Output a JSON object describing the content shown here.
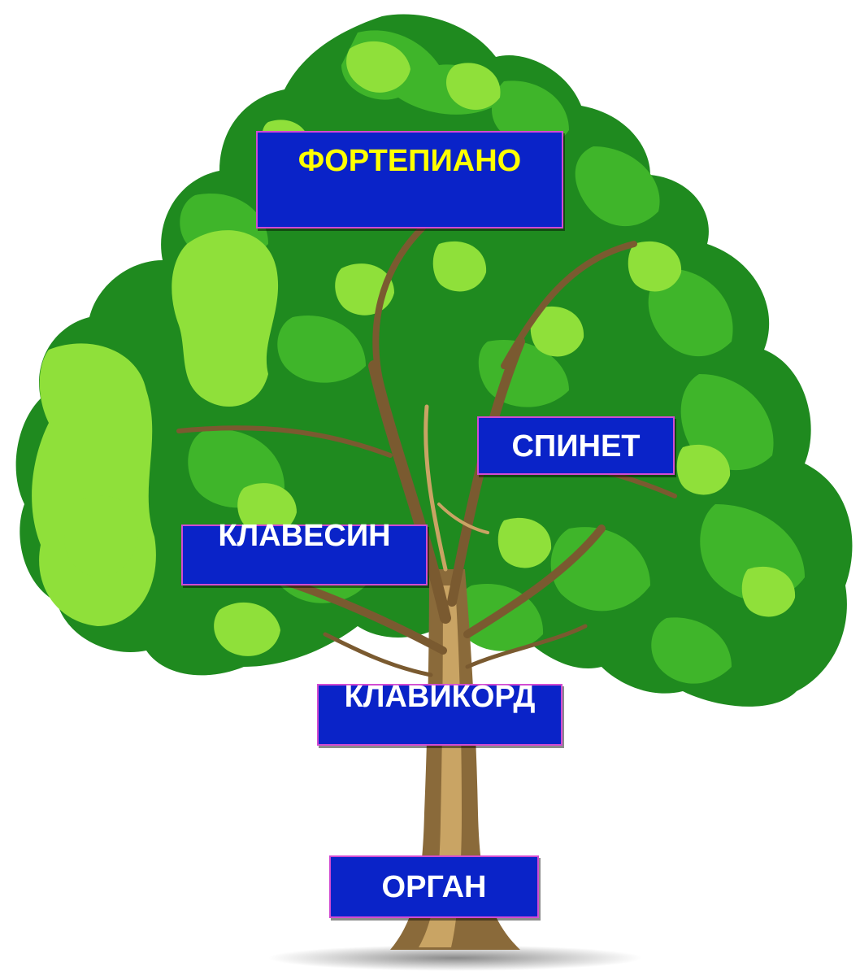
{
  "colors": {
    "label_background": "#0a23c8",
    "label_border": "#d24bd2",
    "top_label_text": "#ffff00",
    "label_text": "#ffffff",
    "foliage_dark": "#1f8a1f",
    "foliage_mid": "#3fb52a",
    "foliage_light": "#8fe03a",
    "trunk": "#8a6a3a"
  },
  "labels": {
    "fortepiano": "ФОРТЕПИАНО",
    "spinet": "СПИНЕТ",
    "klavesin": "КЛАВЕСИН",
    "klavikord": "КЛАВИКОРД",
    "organ": "ОРГАН"
  }
}
